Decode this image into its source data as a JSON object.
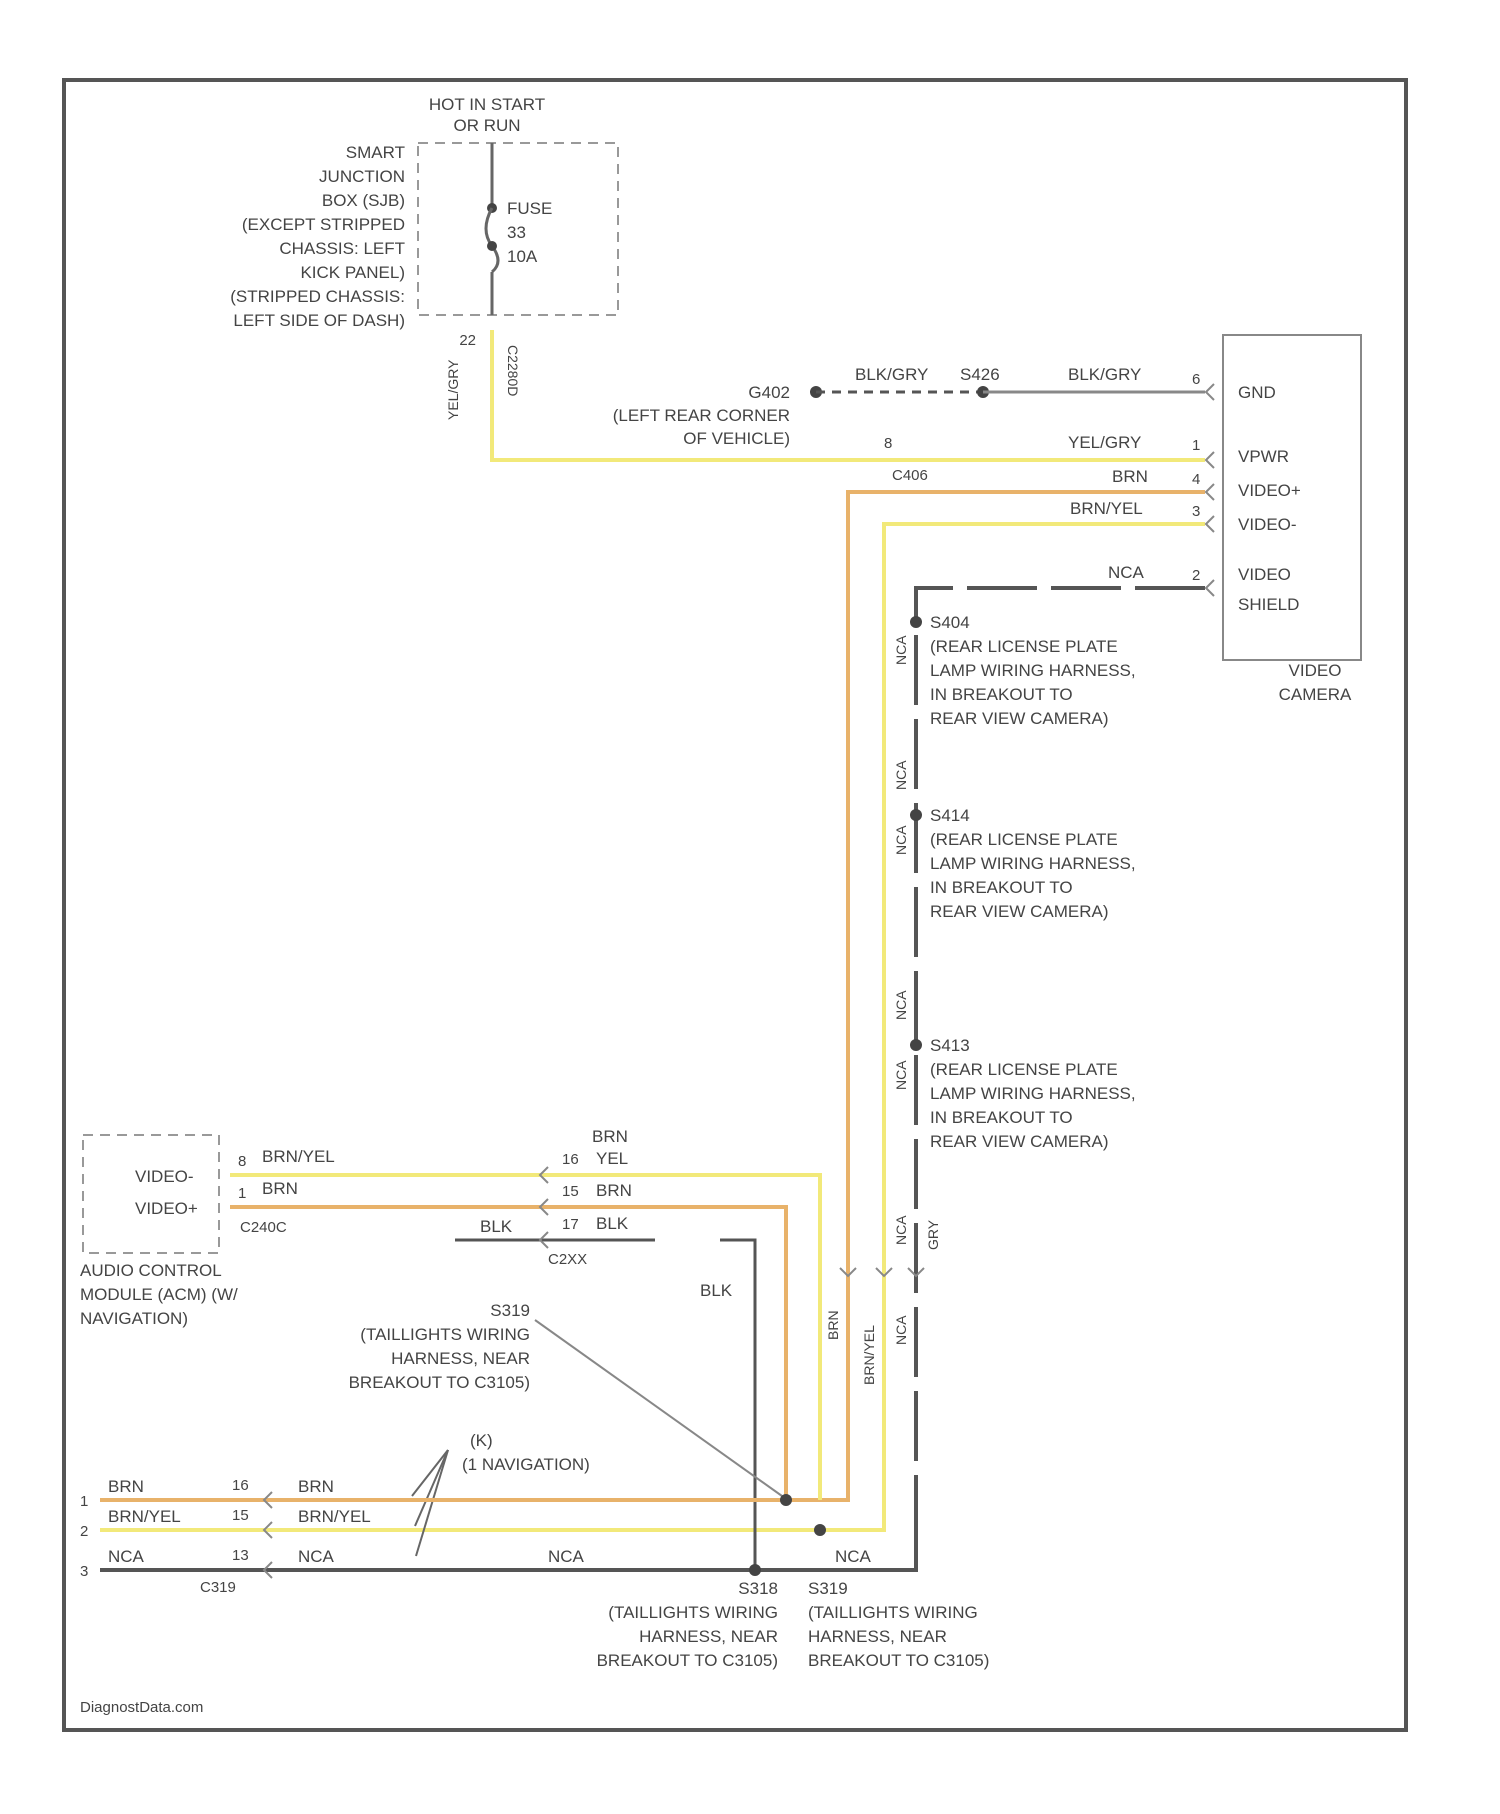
{
  "colors": {
    "border": "#555555",
    "yellow": "#f2e97a",
    "orange": "#e8b26a",
    "black": "#555555",
    "dashed": "#999999"
  },
  "power": {
    "source": [
      "HOT IN START",
      "OR RUN"
    ],
    "junction": [
      "SMART",
      "JUNCTION",
      "BOX (SJB)",
      "(EXCEPT STRIPPED",
      "CHASSIS: LEFT",
      "KICK PANEL)",
      "(STRIPPED CHASSIS:",
      "LEFT SIDE OF DASH)"
    ],
    "fuse": [
      "FUSE",
      "33",
      "10A"
    ],
    "connector_pin": "22",
    "connector_name": "C2280D",
    "wire_color": "YEL/GRY"
  },
  "camera_block": {
    "ground_id": "G402",
    "ground_location": [
      "(LEFT REAR CORNER",
      "OF VEHICLE)"
    ],
    "splice_top": "S426",
    "wire_gnd_a": "BLK/GRY",
    "wire_gnd_b": "BLK/GRY",
    "wire_vpwr": "YEL/GRY",
    "wire_video_plus": "BRN",
    "wire_video_minus": "BRN/YEL",
    "wire_shield": "NCA",
    "connector_c4xx": "C406",
    "pin_c4xx": "8",
    "pins": {
      "gnd": "6",
      "vpwr": "1",
      "video_plus": "4",
      "video_minus": "3",
      "shield": "2"
    },
    "labels": {
      "gnd": "GND",
      "vpwr": "VPWR",
      "video_plus": "VIDEO+",
      "video_minus": "VIDEO-",
      "shield_1": "VIDEO",
      "shield_2": "SHIELD"
    },
    "name": [
      "VIDEO",
      "CAMERA"
    ]
  },
  "splices_right": [
    {
      "id": "S404",
      "lines": [
        "(REAR LICENSE PLATE",
        "LAMP WIRING HARNESS,",
        "IN BREAKOUT TO",
        "REAR VIEW CAMERA)"
      ]
    },
    {
      "id": "S414",
      "lines": [
        "(REAR LICENSE PLATE",
        "LAMP WIRING HARNESS,",
        "IN BREAKOUT TO",
        "REAR VIEW CAMERA)"
      ]
    },
    {
      "id": "S413",
      "lines": [
        "(REAR LICENSE PLATE",
        "LAMP WIRING HARNESS,",
        "IN BREAKOUT TO",
        "REAR VIEW CAMERA)"
      ]
    }
  ],
  "vertical_wire_labels": {
    "nca": "NCA",
    "gry": "GRY",
    "brn": "BRN",
    "brn_yel": "BRN/YEL"
  },
  "acm": {
    "name": [
      "AUDIO CONTROL",
      "MODULE (ACM) (W/",
      "NAVIGATION)"
    ],
    "video_minus": "VIDEO-",
    "video_plus": "VIDEO+",
    "pin_minus": "8",
    "pin_plus": "1",
    "connector": "C240C",
    "wire_minus": "BRN/YEL",
    "wire_plus": "BRN",
    "c2xx": "C2XX",
    "c_pins": [
      "16",
      "15",
      "17"
    ],
    "right_wire_top": [
      "BRN",
      "YEL"
    ],
    "right_wire_mid": "BRN",
    "right_wire_bot": "BLK",
    "left_wire_bot": "BLK",
    "wire_blk": "BLK"
  },
  "s1_splice": {
    "id": "S319",
    "lines": [
      "(TAILLIGHTS WIRING",
      "HARNESS, NEAR",
      "BREAKOUT TO C3105)"
    ]
  },
  "navigation": {
    "id": "(K)",
    "note": "(1 NAVIGATION)"
  },
  "bottom": {
    "row_nums": [
      "1",
      "2",
      "3"
    ],
    "left_wires": [
      "BRN",
      "BRN/YEL",
      "NCA"
    ],
    "pins": [
      "16",
      "15",
      "13"
    ],
    "right_wires": [
      "BRN",
      "BRN/YEL",
      "NCA"
    ],
    "connector": "C319",
    "mid_wire": "NCA",
    "right_wire": "NCA",
    "splice_a": {
      "id": "S318",
      "lines": [
        "(TAILLIGHTS WIRING",
        "HARNESS, NEAR",
        "BREAKOUT TO C3105)"
      ]
    },
    "splice_b": {
      "id": "S319",
      "lines": [
        "(TAILLIGHTS WIRING",
        "HARNESS, NEAR",
        "BREAKOUT TO C3105)"
      ]
    }
  },
  "footer": "DiagnostData.com"
}
